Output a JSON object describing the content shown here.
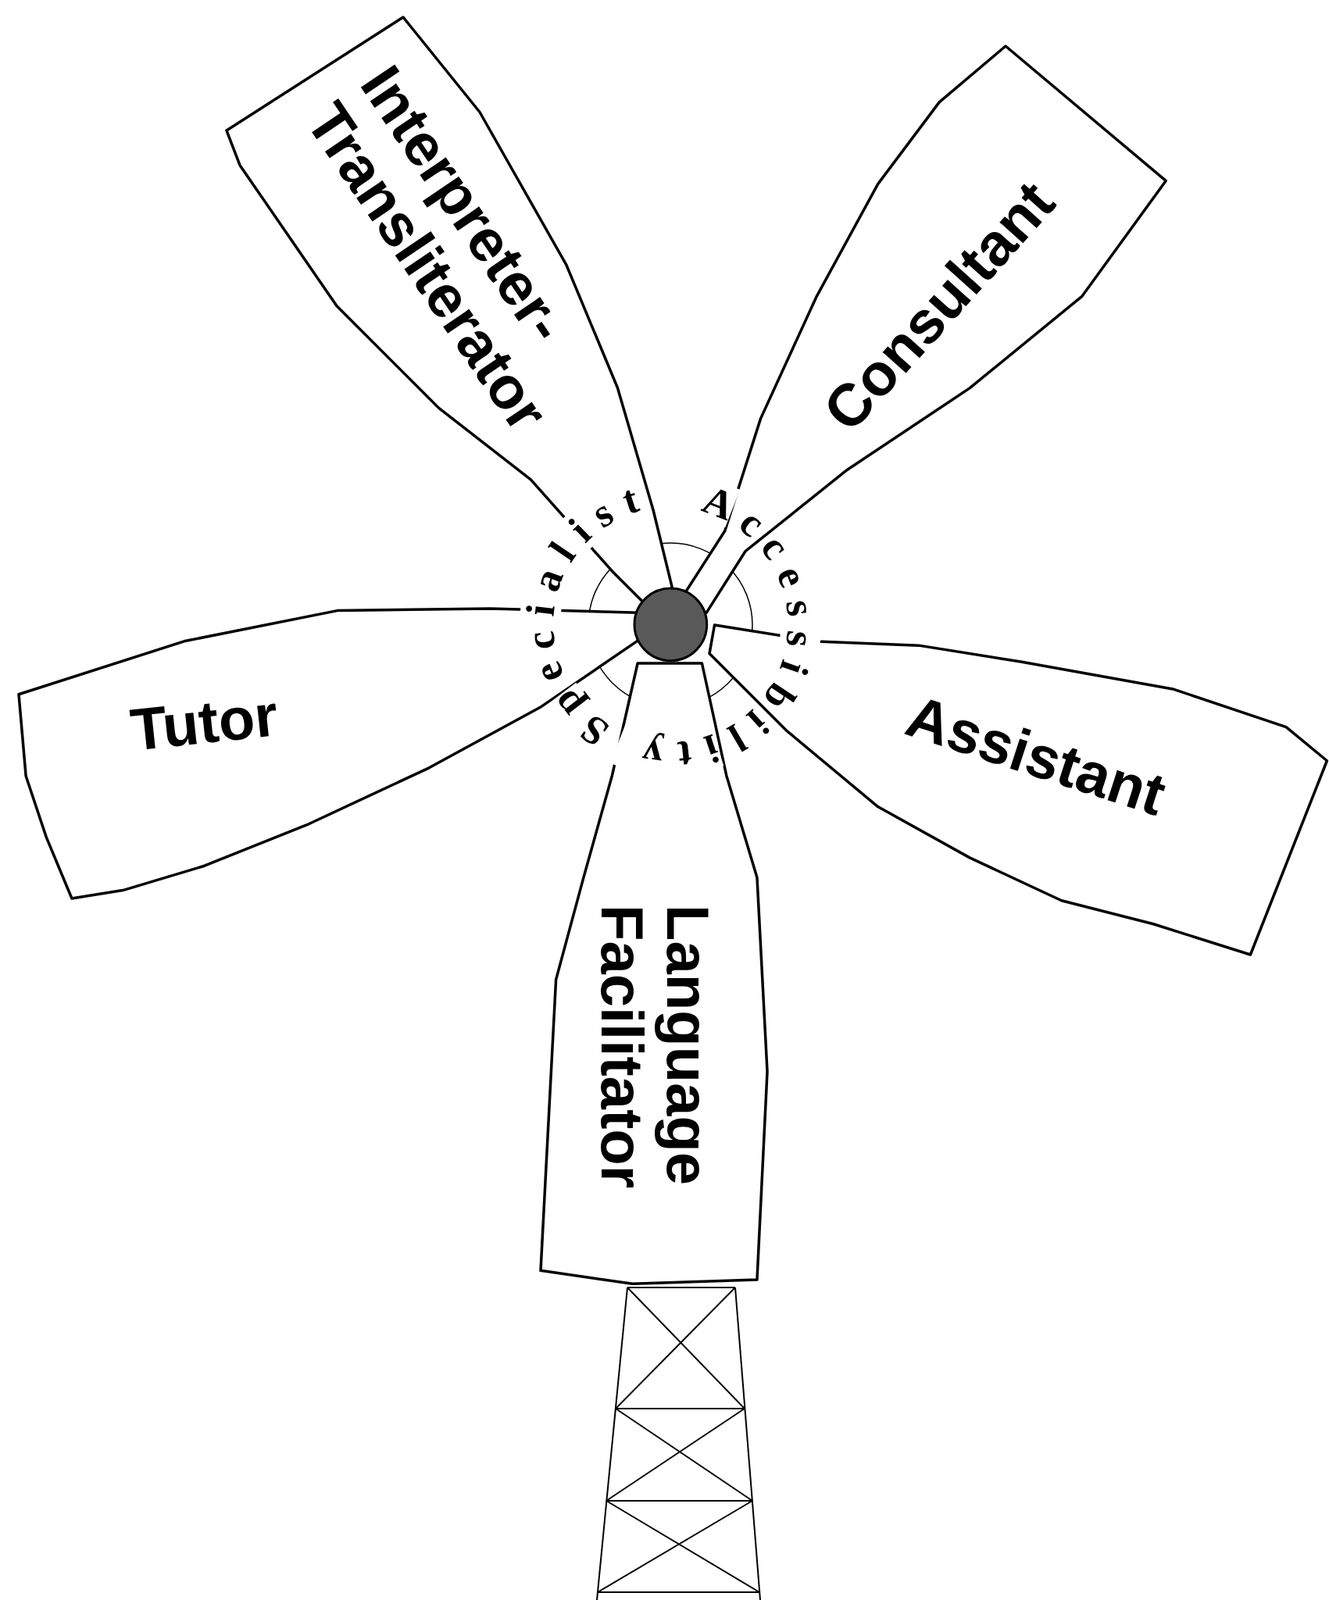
{
  "diagram": {
    "nodes": [
      {
        "text": [
          "Accessibility Specialist"
        ]
      },
      {
        "text": [
          "Interpreter- Transliterator"
        ]
      },
      {
        "text": [
          "Consultant"
        ]
      },
      {
        "text": [
          "Tutor"
        ]
      },
      {
        "text": [
          "Assistant"
        ]
      },
      {
        "text": [
          "Language Facilitator"
        ]
      }
    ]
  }
}
